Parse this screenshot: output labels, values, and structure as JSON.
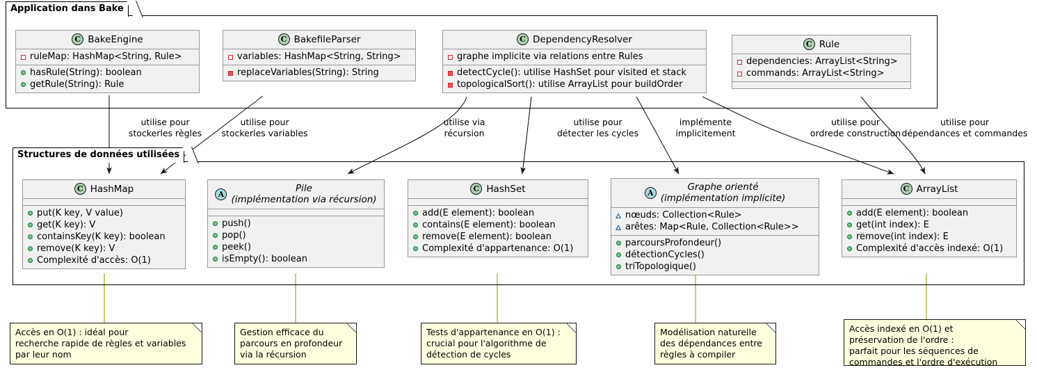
{
  "diagram": {
    "title": "Application dans Bake",
    "type": "uml-class-diagram"
  },
  "packages": [
    {
      "id": "app",
      "label": "Application dans Bake"
    },
    {
      "id": "ds",
      "label": "Structures de données utilisées"
    }
  ],
  "classes": {
    "bakeengine": {
      "stereotype": "C",
      "name": "BakeEngine",
      "attributes": [
        {
          "vis": "priv-f",
          "text": "ruleMap: HashMap<String, Rule>"
        }
      ],
      "methods": [
        {
          "vis": "pub-m",
          "text": "hasRule(String): boolean"
        },
        {
          "vis": "pub-m",
          "text": "getRule(String): Rule"
        }
      ]
    },
    "bakefileparser": {
      "stereotype": "C",
      "name": "BakefileParser",
      "attributes": [
        {
          "vis": "priv-f",
          "text": "variables: HashMap<String, String>"
        }
      ],
      "methods": [
        {
          "vis": "priv-m",
          "text": "replaceVariables(String): String"
        }
      ]
    },
    "dependencyresolver": {
      "stereotype": "C",
      "name": "DependencyResolver",
      "attributes": [
        {
          "vis": "priv-f",
          "text": "graphe implicite via relations entre Rules"
        }
      ],
      "methods": [
        {
          "vis": "priv-m",
          "text": "detectCycle(): utilise HashSet pour visited et stack"
        },
        {
          "vis": "priv-m",
          "text": "topologicalSort(): utilise ArrayList pour buildOrder"
        }
      ]
    },
    "rule": {
      "stereotype": "C",
      "name": "Rule",
      "attributes": [
        {
          "vis": "priv-f",
          "text": "dependencies: ArrayList<String>"
        },
        {
          "vis": "priv-f",
          "text": "commands: ArrayList<String>"
        }
      ],
      "methods": []
    },
    "hashmap": {
      "stereotype": "C",
      "name": "HashMap",
      "attributes": [],
      "methods": [
        {
          "vis": "pub-m",
          "text": "put(K key, V value)"
        },
        {
          "vis": "pub-m",
          "text": "get(K key): V"
        },
        {
          "vis": "pub-m",
          "text": "containsKey(K key): boolean"
        },
        {
          "vis": "pub-m",
          "text": "remove(K key): V"
        },
        {
          "vis": "pub-m",
          "text": "Complexité d'accès: O(1)"
        }
      ]
    },
    "pile": {
      "stereotype": "A",
      "name": "Pile",
      "subtitle": "(implémentation via récursion)",
      "attributes": [],
      "methods": [
        {
          "vis": "pub-m",
          "text": "push()"
        },
        {
          "vis": "pub-m",
          "text": "pop()"
        },
        {
          "vis": "pub-m",
          "text": "peek()"
        },
        {
          "vis": "pub-m",
          "text": "isEmpty(): boolean"
        }
      ]
    },
    "hashset": {
      "stereotype": "C",
      "name": "HashSet",
      "attributes": [],
      "methods": [
        {
          "vis": "pub-m",
          "text": "add(E element): boolean"
        },
        {
          "vis": "pub-m",
          "text": "contains(E element): boolean"
        },
        {
          "vis": "pub-m",
          "text": "remove(E element): boolean"
        },
        {
          "vis": "pub-m",
          "text": "Complexité d'appartenance: O(1)"
        }
      ]
    },
    "graphe": {
      "stereotype": "A",
      "name": "Graphe orienté",
      "subtitle": "(implémentation implicite)",
      "attributes": [
        {
          "vis": "prot-f",
          "text": "nœuds: Collection<Rule>"
        },
        {
          "vis": "prot-f",
          "text": "arêtes: Map<Rule, Collection<Rule>>"
        }
      ],
      "methods": [
        {
          "vis": "pub-m",
          "text": "parcoursProfondeur()"
        },
        {
          "vis": "pub-m",
          "text": "détectionCycles()"
        },
        {
          "vis": "pub-m",
          "text": "triTopologique()"
        }
      ]
    },
    "arraylist": {
      "stereotype": "C",
      "name": "ArrayList",
      "attributes": [],
      "methods": [
        {
          "vis": "pub-m",
          "text": "add(E element): boolean"
        },
        {
          "vis": "pub-m",
          "text": "get(int index): E"
        },
        {
          "vis": "pub-m",
          "text": "remove(int index): E"
        },
        {
          "vis": "pub-m",
          "text": "Complexité d'accès indexé: O(1)"
        }
      ]
    }
  },
  "edges": [
    {
      "id": "e1",
      "from": "BakeEngine",
      "to": "HashMap",
      "label_line1": "utilise pour",
      "label_line2": "stockerles règles"
    },
    {
      "id": "e2",
      "from": "BakefileParser",
      "to": "HashMap",
      "label_line1": "utilise pour",
      "label_line2": "stockerles variables"
    },
    {
      "id": "e3",
      "from": "DependencyResolver",
      "to": "Pile",
      "label_line1": "utilise via",
      "label_line2": "récursion"
    },
    {
      "id": "e4",
      "from": "DependencyResolver",
      "to": "HashSet",
      "label_line1": "utilise pour",
      "label_line2": "détecter les cycles"
    },
    {
      "id": "e5",
      "from": "DependencyResolver",
      "to": "Graphe orienté",
      "label_line1": "implémente",
      "label_line2": "implicitement"
    },
    {
      "id": "e6",
      "from": "DependencyResolver",
      "to": "ArrayList",
      "label_line1": "utilise pour",
      "label_line2": "ordrede construction"
    },
    {
      "id": "e7",
      "from": "Rule",
      "to": "ArrayList",
      "label_line1": "utilise pour",
      "label_line2": "dépendances et commandes"
    }
  ],
  "notes": [
    {
      "id": "n1",
      "attached_to": "HashMap",
      "lines": [
        "Accès en O(1) : idéal pour",
        "recherche rapide de règles et variables",
        "par leur nom"
      ]
    },
    {
      "id": "n2",
      "attached_to": "Pile",
      "lines": [
        "Gestion efficace du",
        "parcours en profondeur",
        "via la récursion"
      ]
    },
    {
      "id": "n3",
      "attached_to": "HashSet",
      "lines": [
        "Tests d'appartenance en O(1) :",
        "crucial pour l'algorithme de",
        "détection de cycles"
      ]
    },
    {
      "id": "n4",
      "attached_to": "Graphe orienté",
      "lines": [
        "Modélisation naturelle",
        "des dépendances entre",
        "règles à compiler"
      ]
    },
    {
      "id": "n5",
      "attached_to": "ArrayList",
      "lines": [
        "Accès indexé en O(1) et",
        "préservation de l'ordre :",
        "parfait pour les séquences de",
        "commandes et l'ordre d'exécution"
      ]
    }
  ],
  "colors": {
    "class_fill": "#F1F1F1",
    "class_border": "#989898",
    "note_fill": "#FEFFDD",
    "note_border": "#181818",
    "stereotype_class": "#ADD1B2",
    "stereotype_abstract": "#A9DCDF",
    "public_marker": "#84BE84",
    "private_marker": "#F24D5C",
    "protected_marker": "#1963A0",
    "line": "#181818",
    "background": "#FFFFFF"
  }
}
